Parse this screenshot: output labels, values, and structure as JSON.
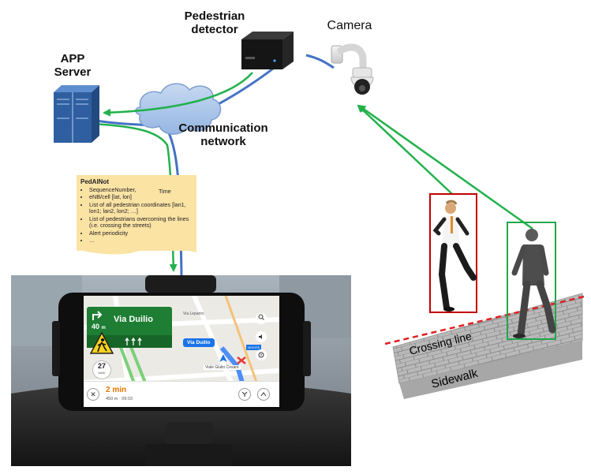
{
  "labels": {
    "app_server_line1": "APP",
    "app_server_line2": "Server",
    "detector_line1": "Pedestrian",
    "detector_line2": "detector",
    "camera": "Camera",
    "network_line1": "Communication",
    "network_line2": "network",
    "crossing_line": "Crossing line",
    "sidewalk": "Sidewalk"
  },
  "message": {
    "title": "PedAlNot",
    "time_item": "Time",
    "items": [
      "SequenceNumber,",
      "eNB/cell [lat, lon]",
      "List of all pedestrian coordinates [lan1, lon1; lan2, lon2; …]",
      "List of pedestrians overcoming the lines (i.e. crossing the streets)",
      "Alert periodicity",
      "…"
    ]
  },
  "nav": {
    "distance": "40",
    "distance_unit": "m",
    "street": "Via Duilio",
    "map_label_1": "Via Lepanto",
    "map_chip": "Via Duilio",
    "current_road": "Viale Giulio Cesare",
    "speed": "27",
    "speed_unit": "km/h",
    "eta": "2 min",
    "eta_details": "450 m · 09:03",
    "badge": "NOVITÀ"
  },
  "colors": {
    "link_blue": "#4472c4",
    "flow_green": "#22b14c",
    "note_bg": "#fbe3a4",
    "nav_green": "#1e7e34",
    "box_red": "#c00000",
    "box_green": "#22a64a",
    "crossing_dash": "#e02020"
  }
}
